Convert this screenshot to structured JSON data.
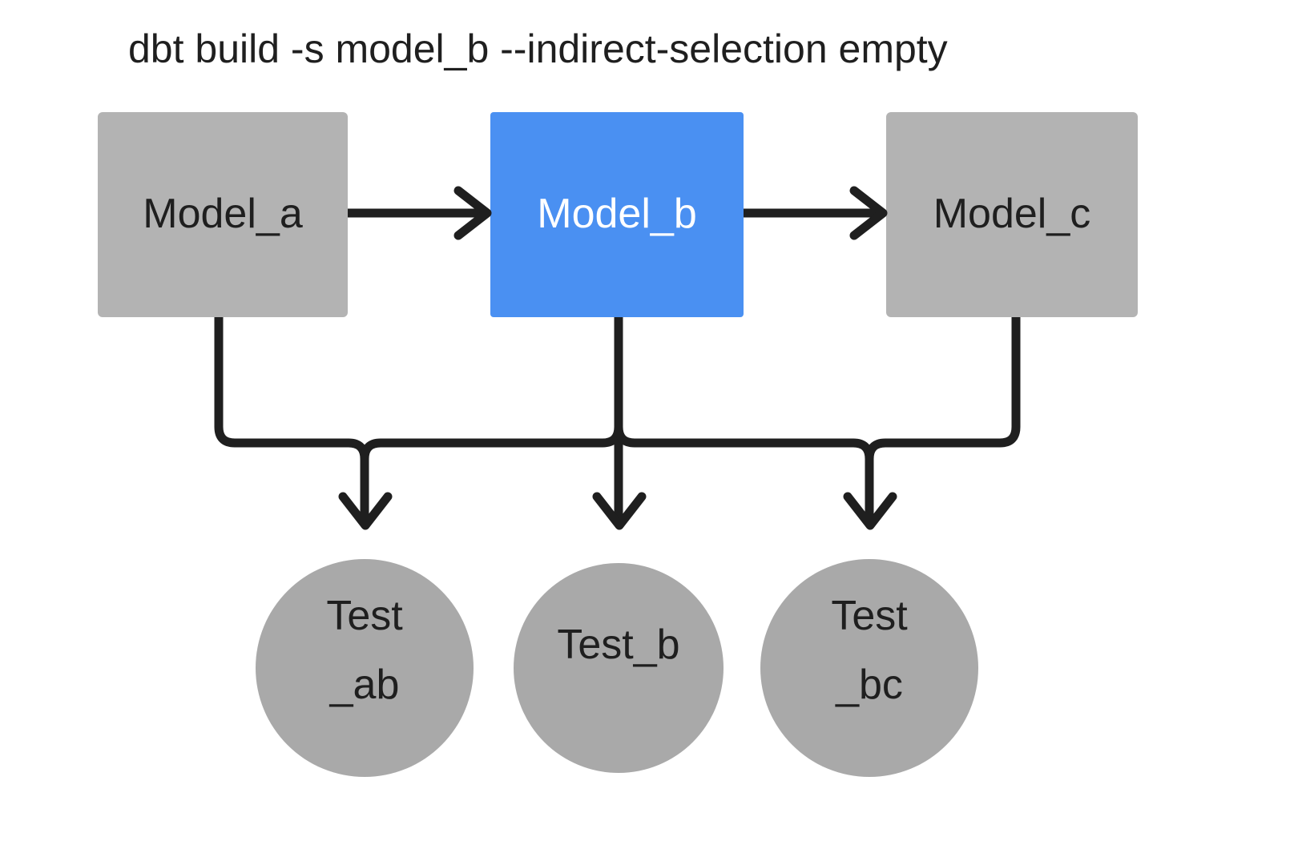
{
  "title": "dbt build -s model_b --indirect-selection empty",
  "colors": {
    "background": "#ffffff",
    "node_gray": "#b3b3b3",
    "circle_gray": "#a9a9a9",
    "accent_blue": "#4a90f2",
    "edge": "#1f1f1f",
    "text_dark": "#1f1f1f",
    "text_light": "#ffffff"
  },
  "models": [
    {
      "id": "model_a",
      "label": "Model_a",
      "selected": false,
      "fill": "#b3b3b3",
      "text_color": "#1f1f1f"
    },
    {
      "id": "model_b",
      "label": "Model_b",
      "selected": true,
      "fill": "#4a90f2",
      "text_color": "#ffffff"
    },
    {
      "id": "model_c",
      "label": "Model_c",
      "selected": false,
      "fill": "#b3b3b3",
      "text_color": "#1f1f1f"
    }
  ],
  "tests": [
    {
      "id": "test_ab",
      "label": "Test_ab",
      "line1": "Test",
      "line2": "_ab",
      "fill": "#a9a9a9"
    },
    {
      "id": "test_b",
      "label": "Test_b",
      "line1": "Test_b",
      "line2": "",
      "fill": "#a9a9a9"
    },
    {
      "id": "test_bc",
      "label": "Test_bc",
      "line1": "Test",
      "line2": "_bc",
      "fill": "#a9a9a9"
    }
  ],
  "edges": [
    {
      "from": "model_a",
      "to": "model_b",
      "kind": "horizontal-arrow"
    },
    {
      "from": "model_b",
      "to": "model_c",
      "kind": "horizontal-arrow"
    },
    {
      "from": "model_a",
      "to": "test_ab",
      "kind": "elbow-arrow"
    },
    {
      "from": "model_b",
      "to": "test_ab",
      "kind": "elbow-arrow"
    },
    {
      "from": "model_b",
      "to": "test_b",
      "kind": "straight-arrow"
    },
    {
      "from": "model_b",
      "to": "test_bc",
      "kind": "elbow-arrow"
    },
    {
      "from": "model_c",
      "to": "test_bc",
      "kind": "elbow-arrow"
    }
  ]
}
